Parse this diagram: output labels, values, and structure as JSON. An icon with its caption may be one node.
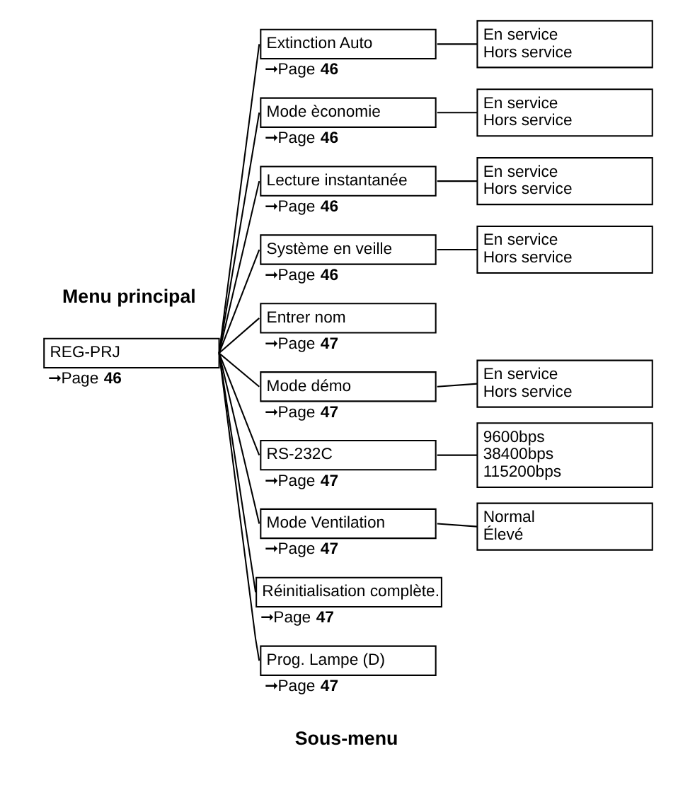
{
  "diagram": {
    "nodes": [
      {
        "text": [
          "REG-PRJ"
        ],
        "beside": [
          "➞Page **46**"
        ]
      },
      {
        "text": [
          "Extinction Auto"
        ],
        "beside": [
          "➞Page **46**"
        ]
      },
      {
        "text": [
          "En service",
          "Hors service"
        ]
      },
      {
        "text": [
          "Mode èconomie"
        ],
        "beside": [
          "➞Page **46**"
        ]
      },
      {
        "text": [
          "En service",
          "Hors service"
        ]
      },
      {
        "text": [
          "Lecture instantanée"
        ],
        "beside": [
          "➞Page **46**"
        ]
      },
      {
        "text": [
          "En service",
          "Hors service"
        ]
      },
      {
        "text": [
          "Système en veille"
        ],
        "beside": [
          "➞Page **46**"
        ]
      },
      {
        "text": [
          "En service",
          "Hors service"
        ]
      },
      {
        "text": [
          "Entrer nom"
        ],
        "beside": [
          "➞Page **47**"
        ]
      },
      {
        "text": [
          "Mode démo"
        ],
        "beside": [
          "➞Page **47**"
        ]
      },
      {
        "text": [
          "En service",
          "Hors service"
        ]
      },
      {
        "text": [
          "RS-232C"
        ],
        "beside": [
          "➞Page **47**"
        ]
      },
      {
        "text": [
          "9600bps",
          "38400bps",
          "115200bps"
        ]
      },
      {
        "text": [
          "Mode Ventilation"
        ],
        "beside": [
          "➞Page **47**"
        ]
      },
      {
        "text": [
          "Normal",
          "Élevé"
        ]
      },
      {
        "text": [
          "Réinitialisation complète."
        ],
        "beside": [
          "➞Page **47**"
        ]
      },
      {
        "text": [
          "Prog. Lampe (D)"
        ],
        "beside": [
          "➞Page **47**"
        ]
      }
    ],
    "edges": [
      {
        "from": 0,
        "to": 1,
        "arrow": "none"
      },
      {
        "from": 0,
        "to": 3,
        "arrow": "none"
      },
      {
        "from": 0,
        "to": 5,
        "arrow": "none"
      },
      {
        "from": 0,
        "to": 7,
        "arrow": "none"
      },
      {
        "from": 0,
        "to": 9,
        "arrow": "none"
      },
      {
        "from": 0,
        "to": 10,
        "arrow": "none"
      },
      {
        "from": 0,
        "to": 12,
        "arrow": "none"
      },
      {
        "from": 0,
        "to": 14,
        "arrow": "none"
      },
      {
        "from": 0,
        "to": 16,
        "arrow": "none"
      },
      {
        "from": 0,
        "to": 17,
        "arrow": "none"
      },
      {
        "from": 1,
        "to": 2,
        "arrow": "none"
      },
      {
        "from": 3,
        "to": 4,
        "arrow": "none"
      },
      {
        "from": 5,
        "to": 6,
        "arrow": "none"
      },
      {
        "from": 7,
        "to": 8,
        "arrow": "none"
      },
      {
        "from": 10,
        "to": 11,
        "arrow": "none"
      },
      {
        "from": 12,
        "to": 13,
        "arrow": "none"
      },
      {
        "from": 14,
        "to": 15,
        "arrow": "none"
      }
    ],
    "labels": [
      "Menu principal",
      "Sous-menu"
    ]
  }
}
